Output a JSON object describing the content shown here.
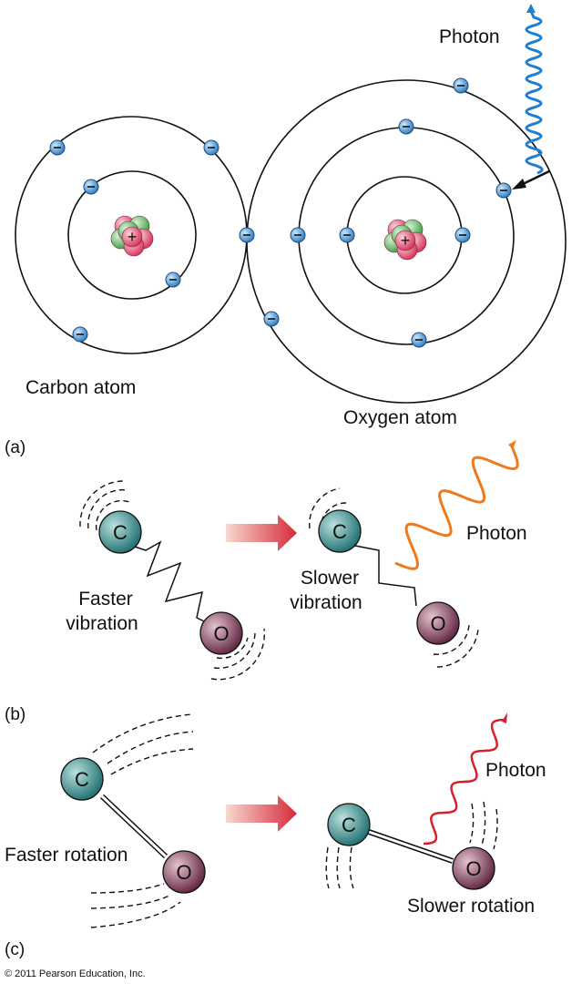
{
  "panel_a": {
    "part_label": "(a)",
    "carbon_label": "Carbon atom",
    "oxygen_label": "Oxygen atom",
    "photon_label": "Photon",
    "nucleus_symbol": "+",
    "electron_symbol": "−",
    "photon_color": "#1f7fd0"
  },
  "panel_b": {
    "part_label": "(b)",
    "before_label_1": "Faster",
    "before_label_2": "vibration",
    "after_label_1": "Slower",
    "after_label_2": "vibration",
    "photon_label": "Photon",
    "carbon_symbol": "C",
    "oxygen_symbol": "O",
    "photon_color": "#f07a1a"
  },
  "panel_c": {
    "part_label": "(c)",
    "before_label": "Faster rotation",
    "after_label": "Slower rotation",
    "photon_label": "Photon",
    "carbon_symbol": "C",
    "oxygen_symbol": "O",
    "photon_color": "#d8202a"
  },
  "colors": {
    "electron": "#3a8fd0",
    "proton": "#e0486a",
    "neutron": "#5cb860",
    "carbon": "#2f8a8a",
    "oxygen": "#7a3550",
    "arrow": "#d8343f"
  },
  "footer": {
    "copyright": "© 2011 Pearson Education, Inc."
  }
}
